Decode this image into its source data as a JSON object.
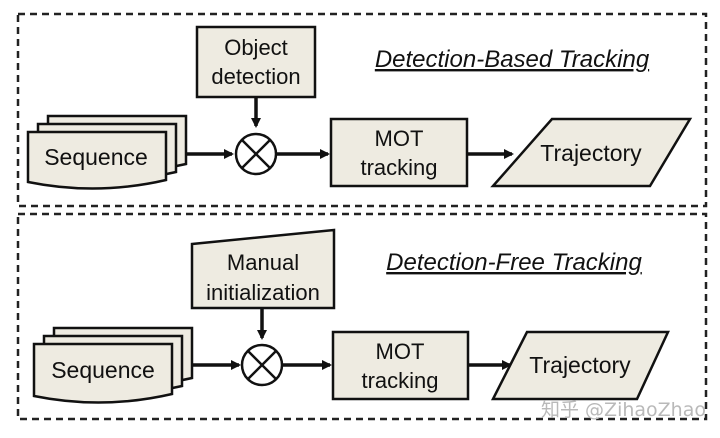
{
  "panels": [
    {
      "title": "Detection-Based Tracking",
      "input_label": "Object detection",
      "input_lines": [
        "Object",
        "detection"
      ],
      "sequence_label": "Sequence",
      "mot_lines": [
        "MOT",
        "tracking"
      ],
      "output_label": "Trajectory"
    },
    {
      "title": "Detection-Free Tracking",
      "input_label": "Manual initialization",
      "input_lines": [
        "Manual",
        "initialization"
      ],
      "sequence_label": "Sequence",
      "mot_lines": [
        "MOT",
        "tracking"
      ],
      "output_label": "Trajectory"
    }
  ],
  "watermark": "知乎 @ZihaoZhao",
  "colors": {
    "box_fill": "#eeebe1",
    "stroke": "#111111",
    "watermark": "#b9b9b9"
  }
}
